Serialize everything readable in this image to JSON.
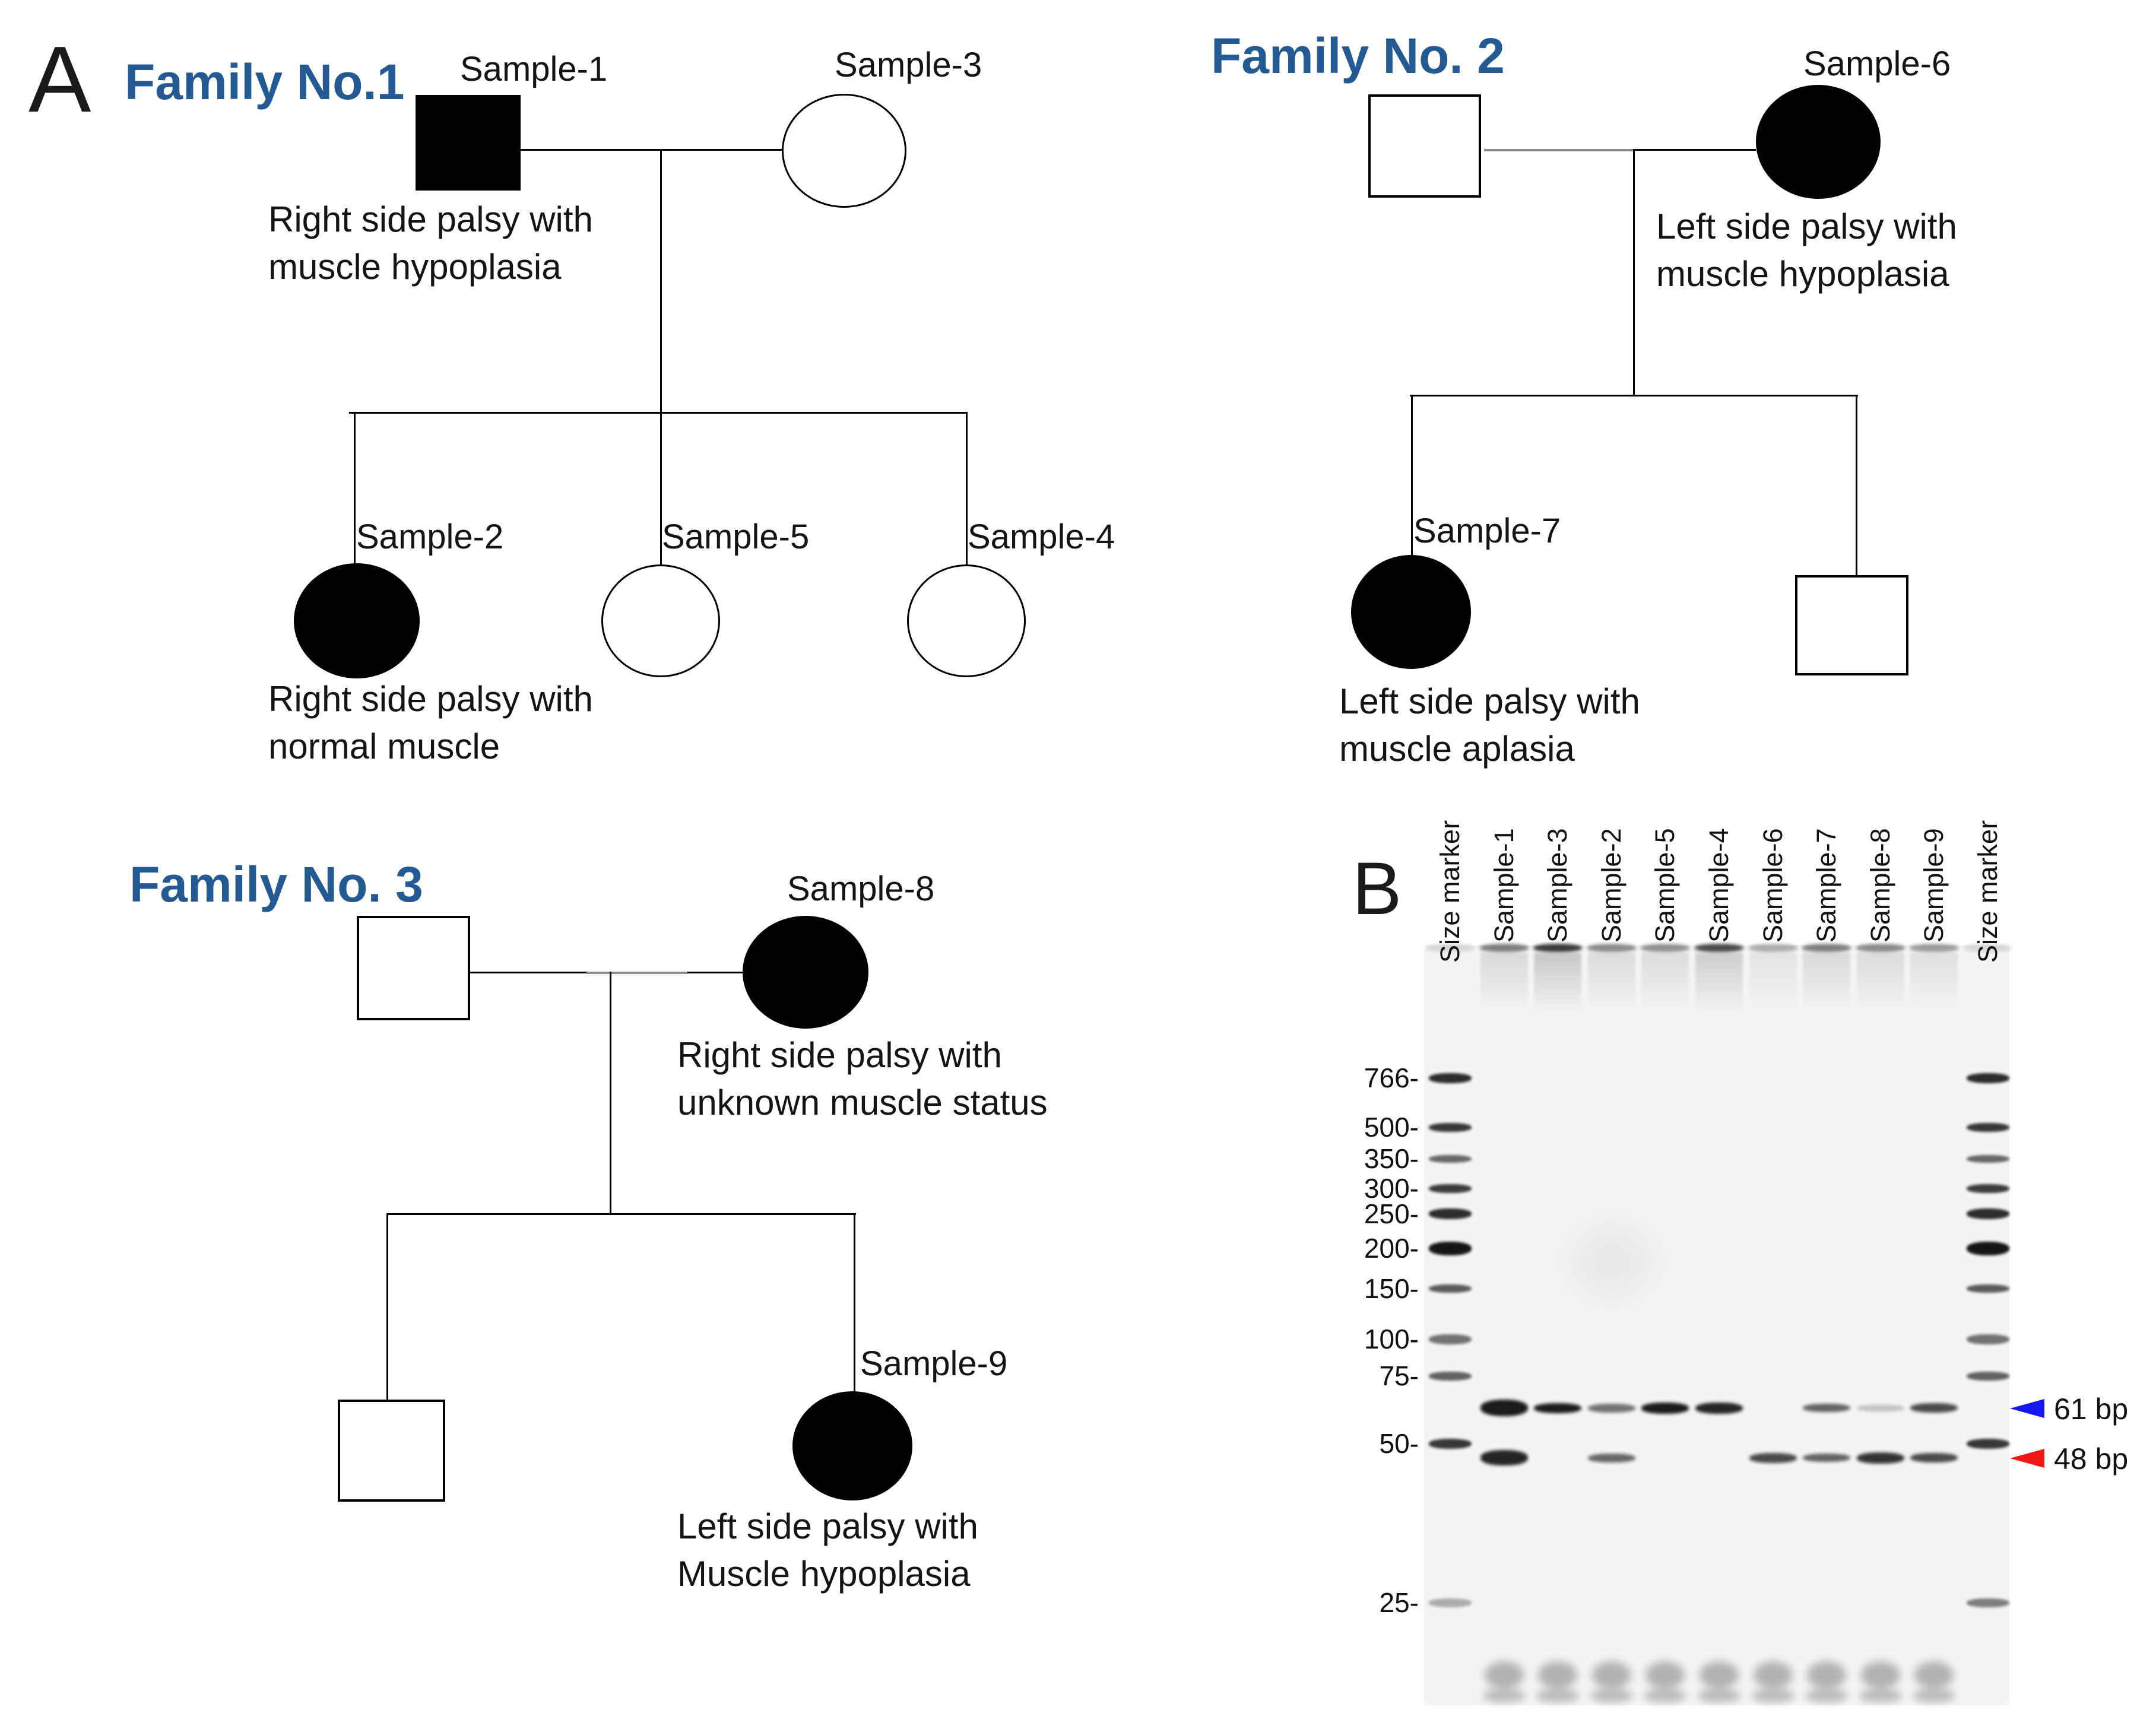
{
  "panel_a": {
    "label": "A",
    "families": [
      {
        "title": "Family No.1",
        "members": [
          {
            "label": "Sample-1",
            "sex": "male",
            "affected": true
          },
          {
            "label": "Sample-3",
            "sex": "female",
            "affected": false
          },
          {
            "label": "Sample-2",
            "sex": "female",
            "affected": true
          },
          {
            "label": "Sample-5",
            "sex": "female",
            "affected": false
          },
          {
            "label": "Sample-4",
            "sex": "female",
            "affected": false
          }
        ],
        "captions": [
          {
            "for": "Sample-1",
            "text": "Right side palsy with\nmuscle hypoplasia"
          },
          {
            "for": "Sample-2",
            "text": "Right side palsy with\nnormal muscle"
          }
        ]
      },
      {
        "title": "Family No. 2",
        "members": [
          {
            "label": "",
            "sex": "male",
            "affected": false
          },
          {
            "label": "Sample-6",
            "sex": "female",
            "affected": true
          },
          {
            "label": "Sample-7",
            "sex": "female",
            "affected": true
          },
          {
            "label": "",
            "sex": "male",
            "affected": false
          }
        ],
        "captions": [
          {
            "for": "Sample-6",
            "text": "Left side palsy with\nmuscle hypoplasia"
          },
          {
            "for": "Sample-7",
            "text": "Left side palsy with\nmuscle aplasia"
          }
        ]
      },
      {
        "title": "Family No. 3",
        "members": [
          {
            "label": "",
            "sex": "male",
            "affected": false
          },
          {
            "label": "Sample-8",
            "sex": "female",
            "affected": true
          },
          {
            "label": "",
            "sex": "male",
            "affected": false
          },
          {
            "label": "Sample-9",
            "sex": "female",
            "affected": true
          }
        ],
        "captions": [
          {
            "for": "Sample-8",
            "text": "Right side palsy with\nunknown muscle status"
          },
          {
            "for": "Sample-9",
            "text": "Left side palsy with\nMuscle hypoplasia"
          }
        ]
      }
    ]
  },
  "panel_b": {
    "label": "B",
    "ladder_labels": [
      "766-",
      "500-",
      "350-",
      "300-",
      "250-",
      "200-",
      "150-",
      "100-",
      "75-",
      "50-",
      "25-"
    ],
    "annotations": [
      {
        "text": "61 bp",
        "color": "#1616f2"
      },
      {
        "text": "48 bp",
        "color": "#f21616"
      }
    ],
    "gel": {
      "lanes": [
        {
          "label": "Size marker",
          "type": "ladder",
          "well": 0.12,
          "marker25": 0.3
        },
        {
          "label": "Sample-1",
          "type": "sample",
          "well": 0.5,
          "bands": [
            {
              "row": "61",
              "i": 0.92,
              "h": 28
            },
            {
              "row": "48",
              "i": 0.88,
              "h": 26
            }
          ]
        },
        {
          "label": "Sample-3",
          "type": "sample",
          "well": 0.8,
          "bands": [
            {
              "row": "61",
              "i": 0.92,
              "h": 17
            }
          ]
        },
        {
          "label": "Sample-2",
          "type": "sample",
          "well": 0.45,
          "bands": [
            {
              "row": "61",
              "i": 0.55,
              "h": 15
            },
            {
              "row": "48",
              "i": 0.6,
              "h": 15
            }
          ]
        },
        {
          "label": "Sample-5",
          "type": "sample",
          "well": 0.42,
          "bands": [
            {
              "row": "61",
              "i": 0.92,
              "h": 19
            }
          ]
        },
        {
          "label": "Sample-4",
          "type": "sample",
          "well": 0.72,
          "bands": [
            {
              "row": "61",
              "i": 0.88,
              "h": 19
            }
          ]
        },
        {
          "label": "Sample-6",
          "type": "sample",
          "well": 0.3,
          "bands": [
            {
              "row": "48",
              "i": 0.72,
              "h": 17
            }
          ]
        },
        {
          "label": "Sample-7",
          "type": "sample",
          "well": 0.5,
          "bands": [
            {
              "row": "61",
              "i": 0.62,
              "h": 14
            },
            {
              "row": "48",
              "i": 0.62,
              "h": 14
            }
          ]
        },
        {
          "label": "Sample-8",
          "type": "sample",
          "well": 0.45,
          "bands": [
            {
              "row": "61",
              "i": 0.22,
              "h": 11
            },
            {
              "row": "48",
              "i": 0.82,
              "h": 19
            }
          ]
        },
        {
          "label": "Sample-9",
          "type": "sample",
          "well": 0.38,
          "bands": [
            {
              "row": "61",
              "i": 0.72,
              "h": 16
            },
            {
              "row": "48",
              "i": 0.72,
              "h": 16
            }
          ]
        },
        {
          "label": "Size marker",
          "type": "ladder",
          "well": 0.12,
          "marker25": 0.5
        }
      ],
      "ladder_bands": [
        {
          "row": "766",
          "i": 0.85,
          "h": 17
        },
        {
          "row": "500",
          "i": 0.8,
          "h": 15
        },
        {
          "row": "350",
          "i": 0.6,
          "h": 13
        },
        {
          "row": "300",
          "i": 0.78,
          "h": 15
        },
        {
          "row": "250",
          "i": 0.85,
          "h": 18
        },
        {
          "row": "200",
          "i": 0.95,
          "h": 23
        },
        {
          "row": "150",
          "i": 0.65,
          "h": 14
        },
        {
          "row": "100",
          "i": 0.55,
          "h": 17
        },
        {
          "row": "75",
          "i": 0.62,
          "h": 15
        },
        {
          "row": "50",
          "i": 0.8,
          "h": 17
        }
      ]
    }
  }
}
